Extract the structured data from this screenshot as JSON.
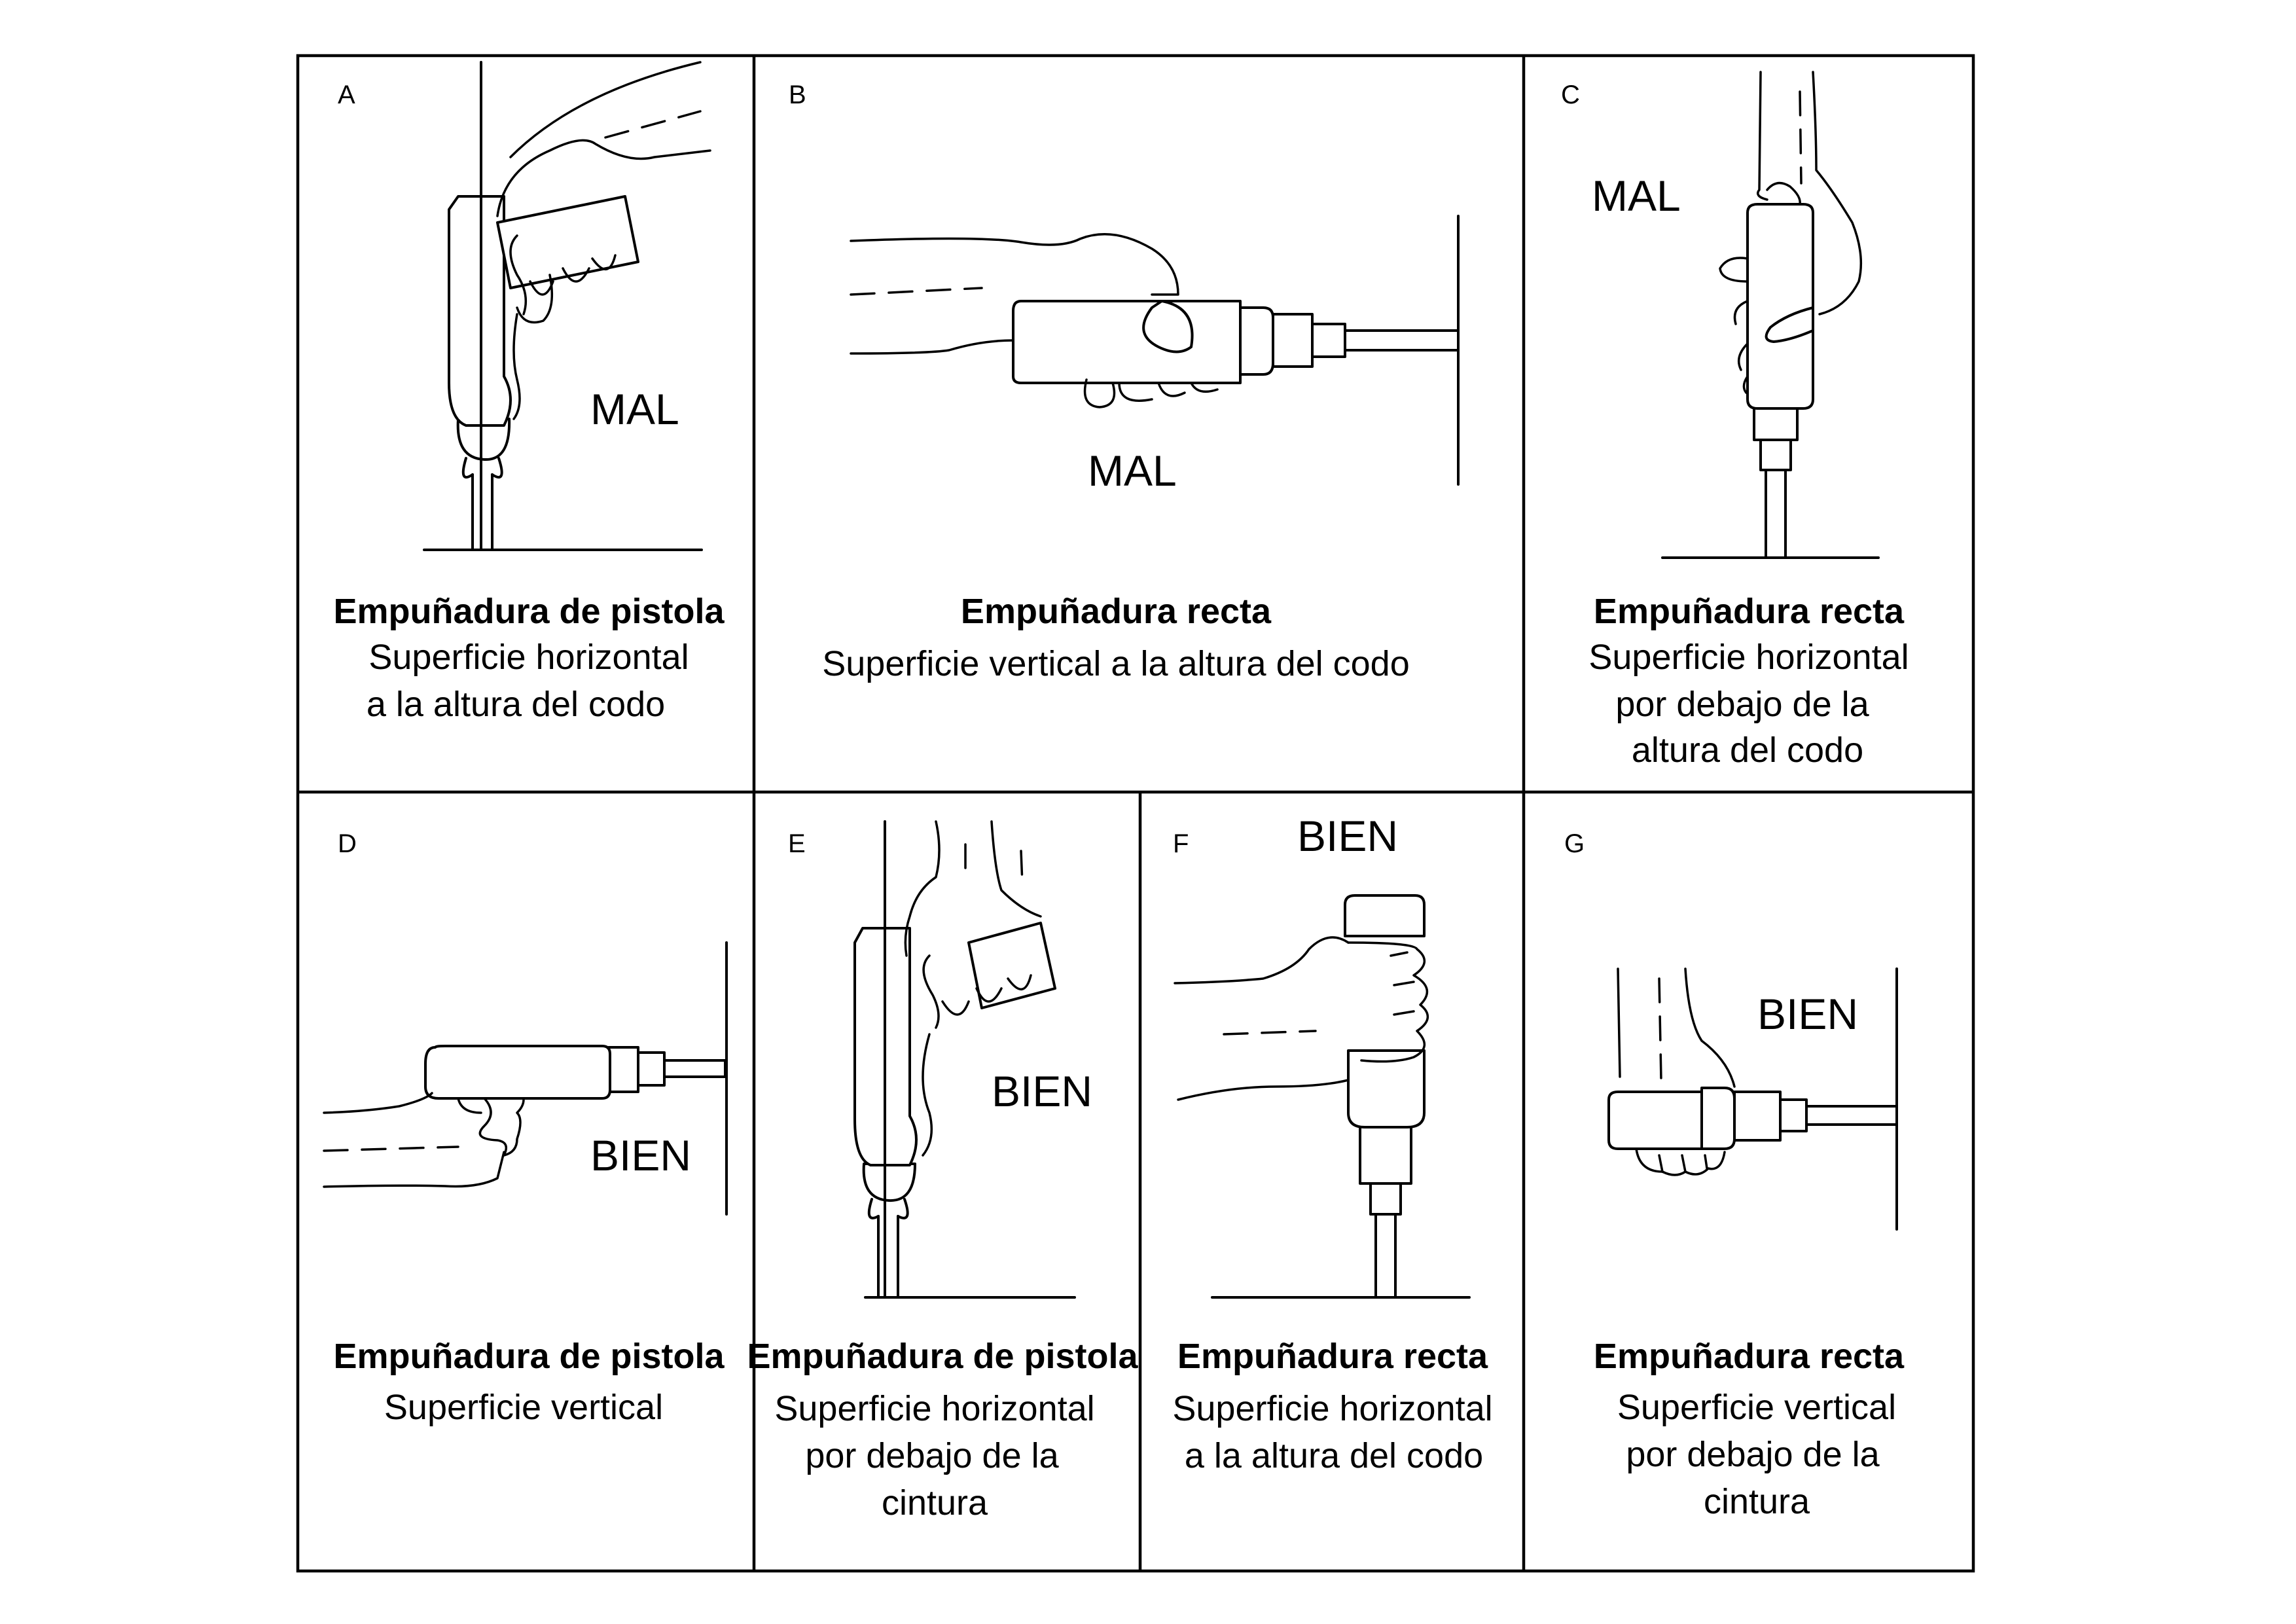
{
  "panels": [
    {
      "letter": "A",
      "verdict": "MAL",
      "title": "Empuñadura de pistola",
      "lines": [
        "Superficie horizontal",
        "a la altura del codo"
      ]
    },
    {
      "letter": "B",
      "verdict": "MAL",
      "title": "Empuñadura recta",
      "lines": [
        "Superficie vertical a la altura del codo"
      ]
    },
    {
      "letter": "C",
      "verdict": "MAL",
      "title": "Empuñadura recta",
      "lines": [
        "Superficie horizontal",
        "por debajo de la",
        "altura del codo"
      ]
    },
    {
      "letter": "D",
      "verdict": "BIEN",
      "title": "Empuñadura de pistola",
      "lines": [
        "Superficie vertical"
      ]
    },
    {
      "letter": "E",
      "verdict": "BIEN",
      "title": "Empuñadura de pistola",
      "lines": [
        "Superficie horizontal",
        "por debajo de la",
        "cintura"
      ]
    },
    {
      "letter": "F",
      "verdict": "BIEN",
      "title": "Empuñadura recta",
      "lines": [
        "Superficie horizontal",
        "a la altura del codo"
      ]
    },
    {
      "letter": "G",
      "verdict": "BIEN",
      "title": "Empuñadura recta",
      "lines": [
        "Superficie vertical",
        "por debajo de la",
        "cintura"
      ]
    }
  ]
}
